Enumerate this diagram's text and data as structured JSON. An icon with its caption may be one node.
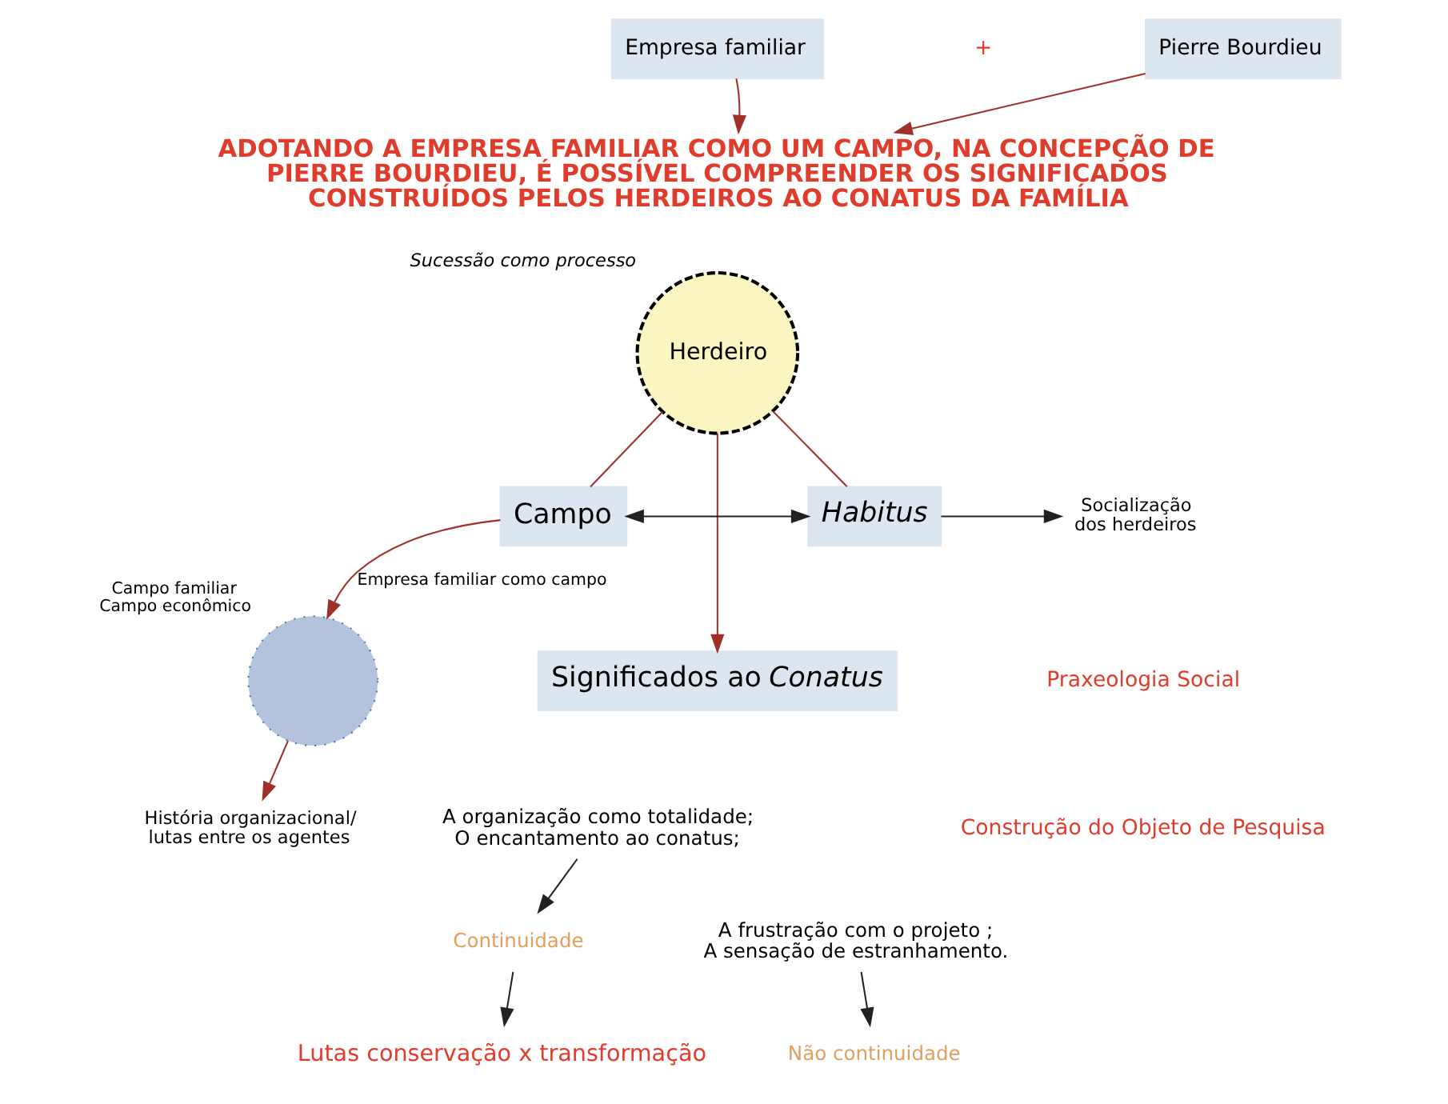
{
  "diagram": {
    "nodes": [
      {
        "text": [
          "Empresa familiar"
        ]
      },
      {
        "text": [
          "Pierre Bourdieu"
        ]
      },
      {
        "text": [
          "ADOTANDO A EMPRESA FAMILIAR COMO UM CAMPO, NA CONCEPÇÃO DE PIERRE BOURDIEU, É POSSÍVEL COMPREENDER OS SIGNIFICADOS CONSTRUÍDOS PELOS HERDEIROS AO CONATUS DA FAMÍLIA"
        ]
      },
      {
        "text": [
          "Herdeiro"
        ],
        "beside": [
          "Sucessão como processo"
        ]
      },
      {
        "text": [
          "Campo"
        ]
      },
      {
        "text": [
          "*Habitus*"
        ]
      },
      {
        "text": [],
        "shape": "circle",
        "beside": [
          "Campo familiar",
          "Campo econômico"
        ]
      },
      {
        "text": [
          "História organizacional/ lutas entre os agentes"
        ]
      },
      {
        "text": [
          "Socialização dos herdeiros"
        ]
      },
      {
        "text": [
          "Significados ao *Conatus*"
        ]
      },
      {
        "text": [
          "A organização como totalidade;",
          "O encantamento ao conatus;"
        ]
      },
      {
        "text": [
          "A frustração com o projeto ;",
          "A sensação de estranhamento."
        ]
      },
      {
        "text": [
          "Continuidade"
        ]
      },
      {
        "text": [
          "Não continuidade"
        ]
      },
      {
        "text": [
          "Lutas conservação x transformação"
        ]
      }
    ],
    "edges": [
      {
        "from": 0,
        "to": 2,
        "arrow": "to"
      },
      {
        "from": 1,
        "to": 2,
        "arrow": "to"
      },
      {
        "from": 3,
        "to": 4,
        "arrow": "none"
      },
      {
        "from": 3,
        "to": 5,
        "arrow": "none"
      },
      {
        "from": 4,
        "to": 5,
        "arrow": "both",
        "color": "#222222"
      },
      {
        "from": 3,
        "to": 9,
        "arrow": "to"
      },
      {
        "from": 4,
        "to": 6,
        "arrow": "to",
        "label": "Empresa familiar como campo"
      },
      {
        "from": 6,
        "to": 7,
        "arrow": "to"
      },
      {
        "from": 5,
        "to": 8,
        "arrow": "to",
        "color": "#222222"
      },
      {
        "from": 10,
        "to": 12,
        "arrow": "to",
        "color": "#222222"
      },
      {
        "from": 11,
        "to": 13,
        "arrow": "to",
        "color": "#222222"
      },
      {
        "from": 12,
        "to": 14,
        "arrow": "to",
        "color": "#222222"
      }
    ],
    "labels": [
      "+",
      "Praxeologia Social",
      "Construção do Objeto de Pesquisa"
    ]
  }
}
